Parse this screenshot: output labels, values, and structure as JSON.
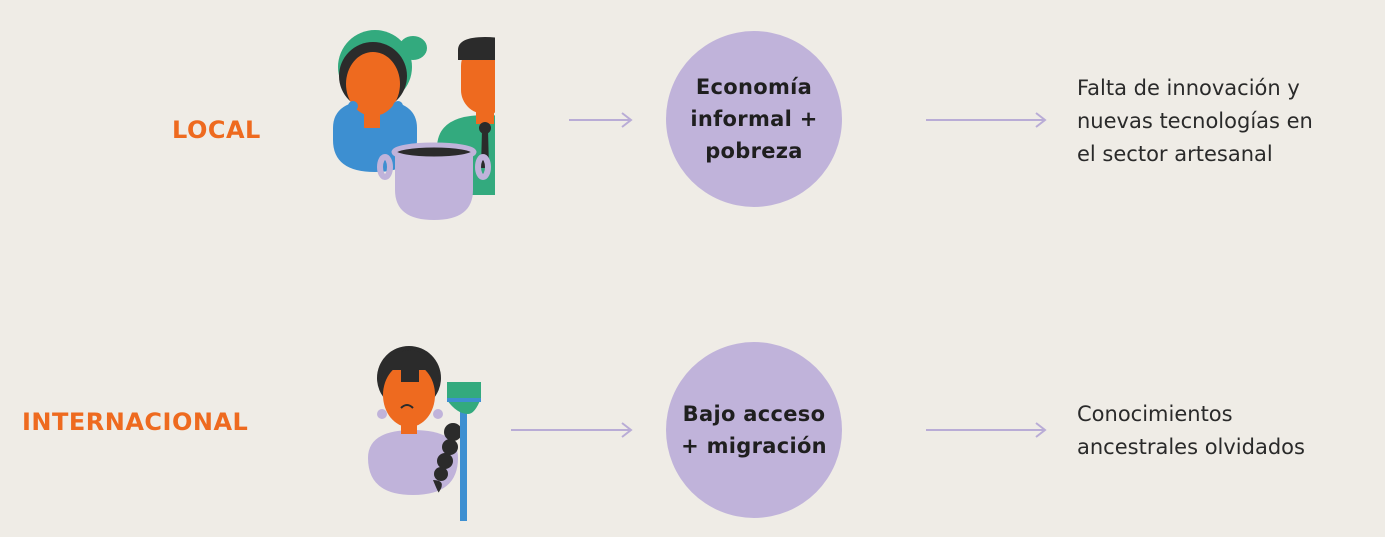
{
  "rows": [
    {
      "label": "LOCAL",
      "cause": "Economía\ninformal +\npobreza",
      "effect": "Falta de innovación y\nnuevas tecnologías en\nel sector artesanal"
    },
    {
      "label": "INTERNACIONAL",
      "cause": "Bajo acceso\n+ migración",
      "effect": "Conocimientos\nancestrales olvidados"
    }
  ],
  "colors": {
    "background": "#efece6",
    "accent_orange": "#ee6a1f",
    "bubble_lavender": "#c0b3da",
    "arrow_lavender": "#b9acd6",
    "shirt_blue": "#3d8fd1",
    "shirt_green": "#33aa7e",
    "hair_dark": "#2b2b2b"
  },
  "icons": [
    "woman-with-headscarf-icon",
    "man-with-tie-icon",
    "pot-icon",
    "girl-with-braid-icon",
    "broom-icon",
    "arrow-right-icon"
  ]
}
